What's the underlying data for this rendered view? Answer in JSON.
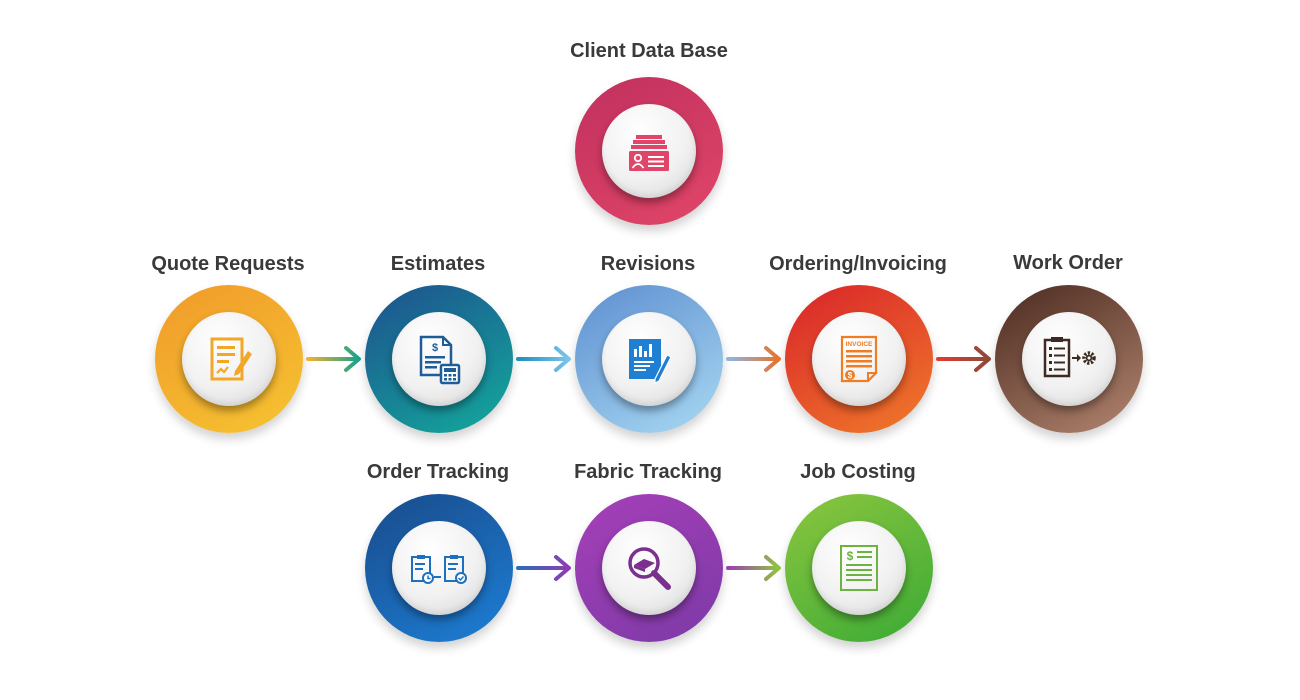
{
  "nodes": {
    "client": {
      "label": "Client Data Base",
      "icon": "contact-card-icon",
      "colors": [
        "#c0305e",
        "#e14668"
      ]
    },
    "quote": {
      "label": "Quote Requests",
      "icon": "form-pen-icon",
      "colors": [
        "#f09a2a",
        "#f6c431"
      ]
    },
    "estimates": {
      "label": "Estimates",
      "icon": "document-calculator-icon",
      "colors": [
        "#1e4f8e",
        "#12ab9c"
      ]
    },
    "revisions": {
      "label": "Revisions",
      "icon": "chart-document-pen-icon",
      "colors": [
        "#5d8ed0",
        "#a9d9f2"
      ]
    },
    "ordering": {
      "label": "Ordering/Invoicing",
      "icon": "invoice-icon",
      "colors": [
        "#d9232b",
        "#f07b29"
      ]
    },
    "workorder": {
      "label": "Work Order",
      "icon": "clipboard-gear-icon",
      "colors": [
        "#4a2a1f",
        "#b38570"
      ]
    },
    "ordertracking": {
      "label": "Order Tracking",
      "icon": "clipboard-clock-check-icon",
      "colors": [
        "#1a4a8a",
        "#1c7fd6"
      ]
    },
    "fabric": {
      "label": "Fabric Tracking",
      "icon": "magnifier-fabric-icon",
      "colors": [
        "#a63fb8",
        "#7c3aa6"
      ]
    },
    "jobcosting": {
      "label": "Job Costing",
      "icon": "costing-document-icon",
      "colors": [
        "#8cc63f",
        "#3aaa35"
      ]
    }
  },
  "invoice_icon_text": "INVOICE",
  "dollar_sign": "$",
  "arrows": [
    {
      "from": "quote",
      "to": "estimates",
      "colors": [
        "#f2b12e",
        "#13a38f"
      ]
    },
    {
      "from": "estimates",
      "to": "revisions",
      "colors": [
        "#1f8fc0",
        "#7cc5ea"
      ]
    },
    {
      "from": "revisions",
      "to": "ordering",
      "colors": [
        "#8fb5e0",
        "#e8732c"
      ]
    },
    {
      "from": "ordering",
      "to": "workorder",
      "colors": [
        "#e33b2d",
        "#8a4a3b"
      ]
    },
    {
      "from": "ordertracking",
      "to": "fabric",
      "colors": [
        "#2b6db8",
        "#8e3db2"
      ]
    },
    {
      "from": "fabric",
      "to": "jobcosting",
      "colors": [
        "#9a3fb0",
        "#8ec63f"
      ]
    }
  ]
}
